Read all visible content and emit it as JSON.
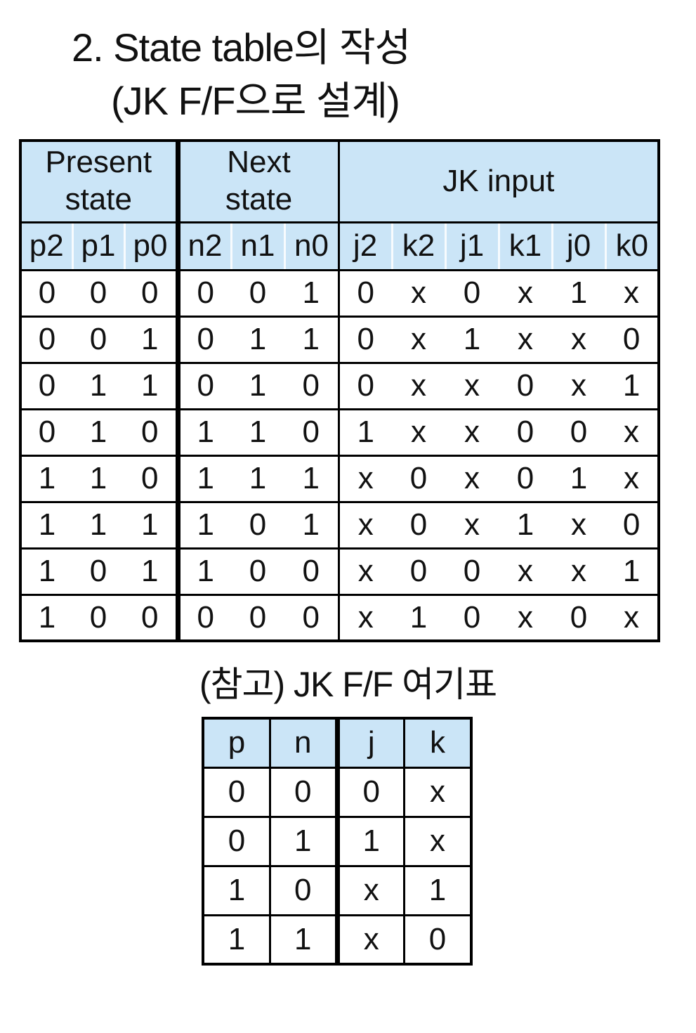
{
  "title": {
    "line1": "2. State table의 작성",
    "line2": "(JK F/F으로 설계)"
  },
  "colors": {
    "header_bg": "#cbe5f7",
    "border": "#000000",
    "ink": "#111111",
    "page_bg": "#ffffff"
  },
  "main_table": {
    "group_headers": [
      "Present\nstate",
      "Next\nstate",
      "JK input"
    ],
    "sub_headers": [
      "p2",
      "p1",
      "p0",
      "n2",
      "n1",
      "n0",
      "j2",
      "k2",
      "j1",
      "k1",
      "j0",
      "k0"
    ],
    "rows": [
      [
        "0",
        "0",
        "0",
        "0",
        "0",
        "1",
        "0",
        "x",
        "0",
        "x",
        "1",
        "x"
      ],
      [
        "0",
        "0",
        "1",
        "0",
        "1",
        "1",
        "0",
        "x",
        "1",
        "x",
        "x",
        "0"
      ],
      [
        "0",
        "1",
        "1",
        "0",
        "1",
        "0",
        "0",
        "x",
        "x",
        "0",
        "x",
        "1"
      ],
      [
        "0",
        "1",
        "0",
        "1",
        "1",
        "0",
        "1",
        "x",
        "x",
        "0",
        "0",
        "x"
      ],
      [
        "1",
        "1",
        "0",
        "1",
        "1",
        "1",
        "x",
        "0",
        "x",
        "0",
        "1",
        "x"
      ],
      [
        "1",
        "1",
        "1",
        "1",
        "0",
        "1",
        "x",
        "0",
        "x",
        "1",
        "x",
        "0"
      ],
      [
        "1",
        "0",
        "1",
        "1",
        "0",
        "0",
        "x",
        "0",
        "0",
        "x",
        "x",
        "1"
      ],
      [
        "1",
        "0",
        "0",
        "0",
        "0",
        "0",
        "x",
        "1",
        "0",
        "x",
        "0",
        "x"
      ]
    ]
  },
  "excitation_caption": "(참고) JK F/F 여기표",
  "excitation_table": {
    "headers": [
      "p",
      "n",
      "j",
      "k"
    ],
    "rows": [
      [
        "0",
        "0",
        "0",
        "x"
      ],
      [
        "0",
        "1",
        "1",
        "x"
      ],
      [
        "1",
        "0",
        "x",
        "1"
      ],
      [
        "1",
        "1",
        "x",
        "0"
      ]
    ]
  }
}
